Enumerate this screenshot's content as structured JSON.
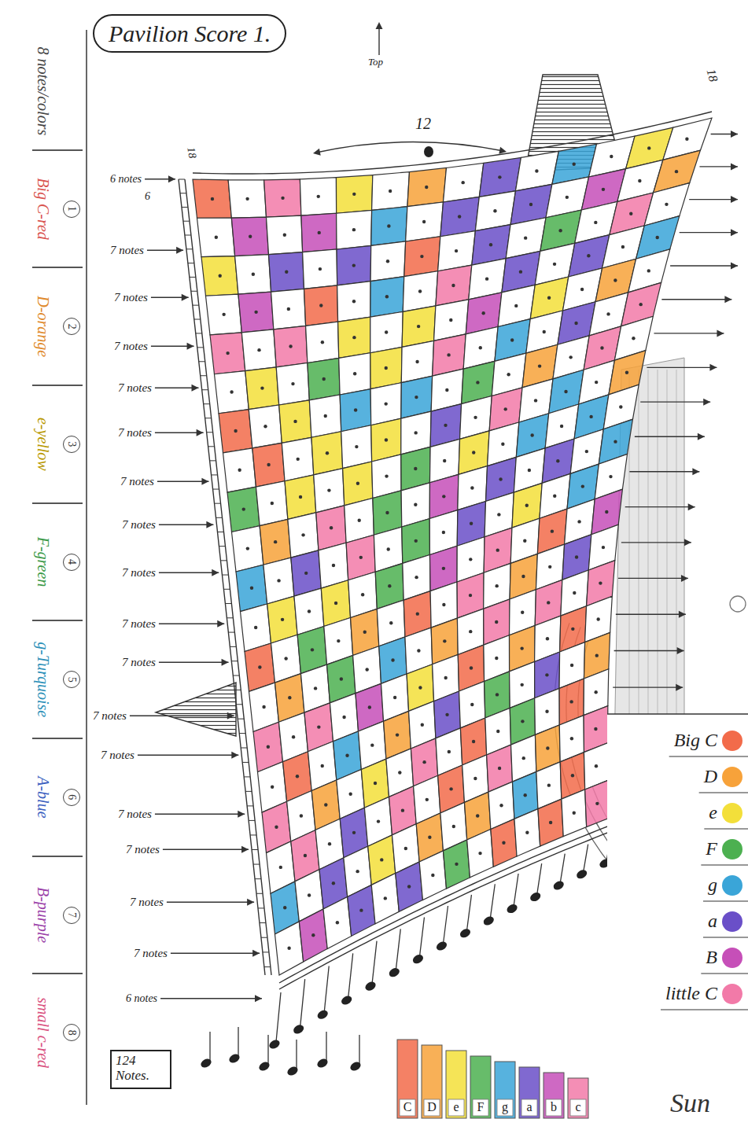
{
  "diagram": {
    "title": "Pavilion Score 1.",
    "nodes": [
      {
        "text": [
          "124 Notes."
        ]
      }
    ],
    "labels": [
      "Top",
      "12",
      "18",
      "18",
      "6 notes",
      "6",
      "7 notes",
      "7 notes",
      "7 notes",
      "7 notes",
      "7 notes",
      "7 notes",
      "7 notes",
      "7 notes",
      "7 notes",
      "7 notes",
      "7 notes",
      "7 notes",
      "7 notes",
      "7 notes",
      "7 notes",
      "7 notes",
      "6 notes",
      "8 notes/colors",
      "Big C-red",
      "1",
      "D-orange",
      "2",
      "e-yellow",
      "3",
      "F-green",
      "4",
      "g-Turquoise",
      "5",
      "A-blue",
      "6",
      "B-purple",
      "7",
      "small c-red",
      "8",
      "C",
      "D",
      "e",
      "F",
      "g",
      "a",
      "b",
      "c",
      "Sun"
    ],
    "legend": [
      {
        "text": "Big C",
        "color": "#f26b4a"
      },
      {
        "text": "D",
        "color": "#f7a23a"
      },
      {
        "text": "e",
        "color": "#f3df3a"
      },
      {
        "text": "F",
        "color": "#4cb050"
      },
      {
        "text": "g",
        "color": "#3aa5d8"
      },
      {
        "text": "a",
        "color": "#6a4fc8"
      },
      {
        "text": "B",
        "color": "#c64fb8"
      },
      {
        "text": "little C",
        "color": "#f27aa8"
      }
    ]
  }
}
